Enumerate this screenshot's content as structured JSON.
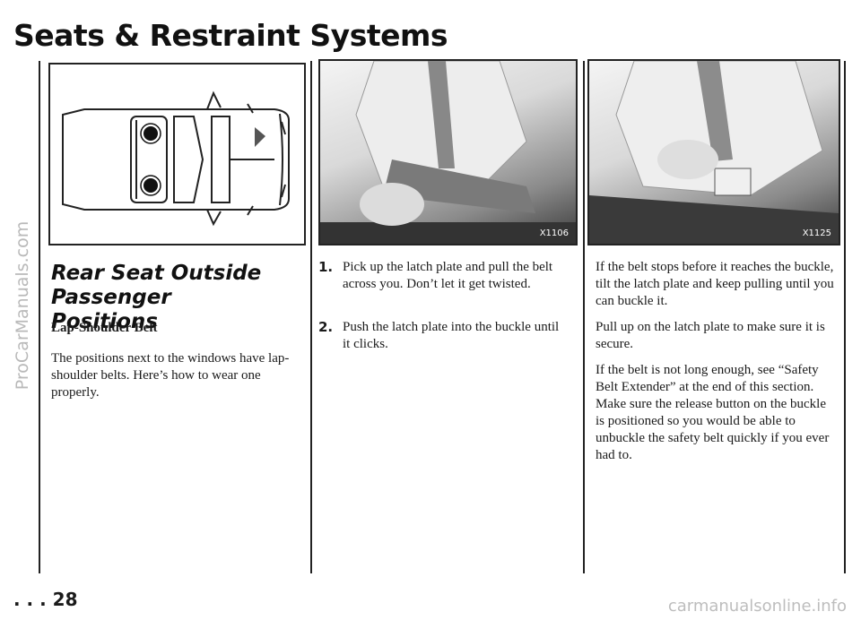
{
  "page": {
    "title": "Seats & Restraint Systems",
    "page_number": ". . . 28",
    "side_watermark": "ProCarManuals.com",
    "footer_watermark": "carmanualsonline.info"
  },
  "figures": {
    "photo1_code": "X1106",
    "photo2_code": "X1125"
  },
  "left_column": {
    "heading": "Rear Seat Outside Passenger Positions",
    "subheading": "Lap-Shoulder Belt",
    "body": "The positions next to the windows have lap-shoulder belts. Here’s how to wear one properly."
  },
  "middle_column": {
    "steps": [
      {
        "number": "1.",
        "text": "Pick up the latch plate and pull the belt across you. Don’t let it get twisted."
      },
      {
        "number": "2.",
        "text": "Push the latch plate into the buckle until it clicks."
      }
    ]
  },
  "right_column": {
    "paragraphs": [
      "If the belt stops before it reaches the buckle, tilt the latch plate and keep pulling until you can buckle it.",
      "Pull up on the latch plate to make sure it is secure.",
      "If the belt is not long enough, see “Safety Belt Extender” at the end of this section. Make sure the release button on the buckle is positioned so you would be able to unbuckle the safety belt quickly if you ever had to."
    ]
  }
}
